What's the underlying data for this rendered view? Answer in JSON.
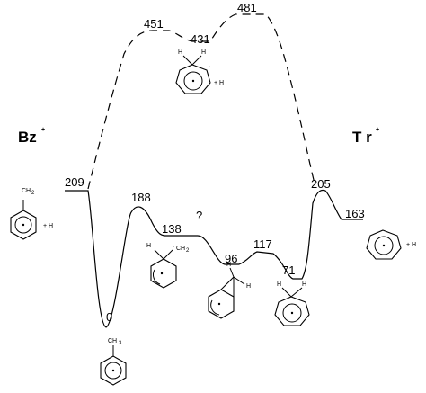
{
  "diagram": {
    "species": {
      "left": {
        "label": "Bz",
        "charge": "+"
      },
      "right": {
        "label": "T r",
        "charge": "+"
      }
    },
    "energies": {
      "bz_plus_h": "209",
      "toluene_min": "0",
      "ts_188": "188",
      "int_138": "138",
      "question": "?",
      "int_96": "96",
      "ts_117": "117",
      "int_71": "71",
      "ts_205": "205",
      "tr_plus_h": "163",
      "upper_451": "451",
      "upper_431": "431",
      "upper_481": "481"
    },
    "atom_labels": {
      "ch2": "CH",
      "ch2_sub": "2",
      "h": "H",
      "plus_h": "+ H",
      "ch3": "CH",
      "ch3_sub": "3",
      "radical_dot": "·"
    }
  }
}
